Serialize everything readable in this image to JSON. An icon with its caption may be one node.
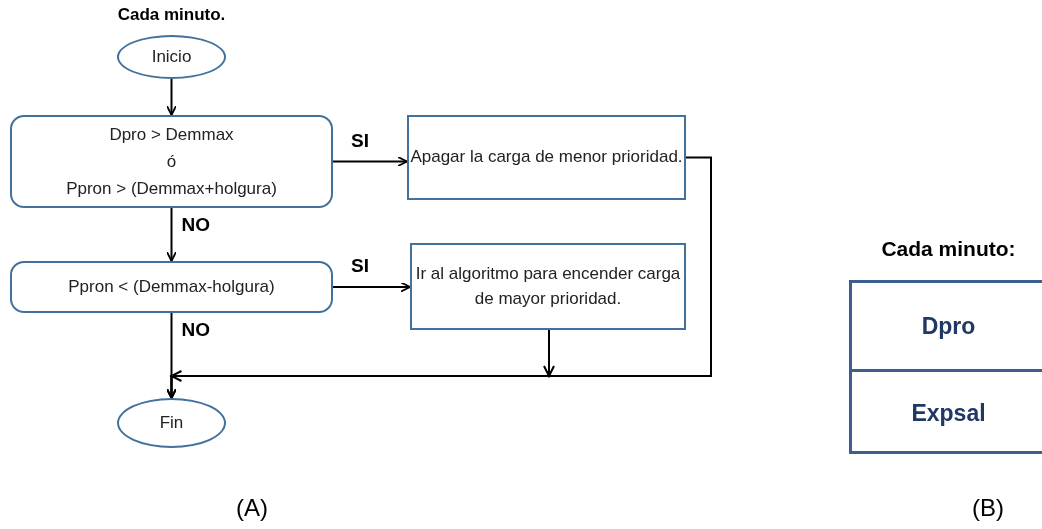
{
  "diagram": {
    "nodes": [
      {
        "text": [
          "Inicio"
        ],
        "beside": [
          "Cada minuto."
        ]
      },
      {
        "text": [
          "Dpro > Demmax",
          "ó",
          "Ppron > (Demmax+holgura)"
        ]
      },
      {
        "text": [
          "Apagar la carga de menor prioridad."
        ]
      },
      {
        "text": [
          "Ppron < (Demmax-holgura)"
        ]
      },
      {
        "text": [
          "Ir al algoritmo para encender carga de mayor prioridad."
        ]
      },
      {
        "text": [
          "Fin"
        ]
      },
      {
        "text": [
          "Cada minuto:"
        ]
      },
      {
        "text": [
          "Dpro"
        ],
        "in": 6
      },
      {
        "text": [
          "Expsal"
        ],
        "in": 6
      }
    ],
    "edges": [
      {
        "from": 0,
        "to": 1,
        "arrow": "to"
      },
      {
        "from": 1,
        "to": 2,
        "arrow": "to",
        "label": "SI"
      },
      {
        "from": 1,
        "to": 3,
        "arrow": "to",
        "label": "NO"
      },
      {
        "from": 3,
        "to": 4,
        "arrow": "to",
        "label": "SI"
      },
      {
        "from": 3,
        "to": 5,
        "arrow": "to",
        "label": "NO"
      },
      {
        "from": 2,
        "to": 5,
        "arrow": "to"
      },
      {
        "from": 4,
        "to": 5,
        "arrow": "to"
      }
    ],
    "labels": [
      "(A)",
      "(B)"
    ]
  }
}
